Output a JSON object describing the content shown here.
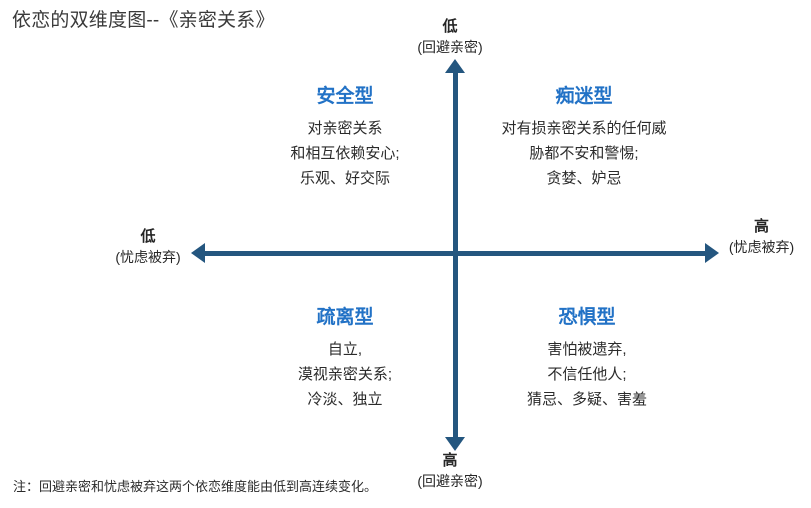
{
  "title": "依恋的双维度图--《亲密关系》",
  "colors": {
    "axis": "#24567f",
    "quadrant_heading": "#2272c6",
    "body_text": "#2b2b2b",
    "background": "#ffffff"
  },
  "axes": {
    "top": {
      "level": "低",
      "dimension": "(回避亲密)"
    },
    "bottom": {
      "level": "高",
      "dimension": "(回避亲密)"
    },
    "left": {
      "level": "低",
      "dimension": "(忧虑被弃)"
    },
    "right": {
      "level": "高",
      "dimension": "(忧虑被弃)"
    }
  },
  "quadrants": {
    "secure": {
      "title": "安全型",
      "lines": [
        "对亲密关系",
        "和相互依赖安心;",
        "乐观、好交际"
      ]
    },
    "preoccupied": {
      "title": "痴迷型",
      "lines": [
        "对有损亲密关系的任何威",
        "胁都不安和警惕;",
        "贪婪、妒忌"
      ]
    },
    "dismissing": {
      "title": "疏离型",
      "lines": [
        "自立,",
        "漠视亲密关系;",
        "冷淡、独立"
      ]
    },
    "fearful": {
      "title": "恐惧型",
      "lines": [
        "害怕被遗弃,",
        "不信任他人;",
        "猜忌、多疑、害羞"
      ]
    }
  },
  "footnote": "注：回避亲密和忧虑被弃这两个依恋维度能由低到高连续变化。"
}
